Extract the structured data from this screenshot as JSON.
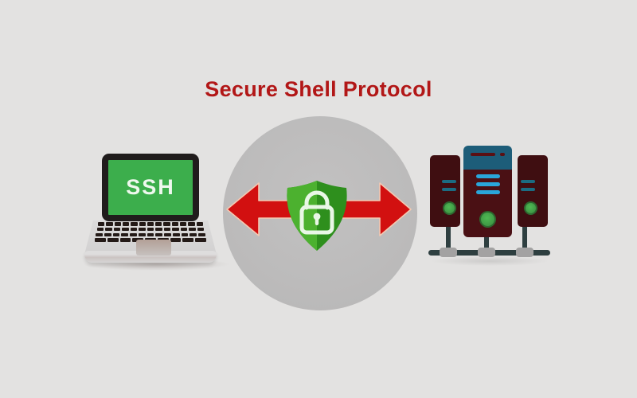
{
  "title": "Secure Shell Protocol",
  "diagram": {
    "description": "SSH client laptop connected to server cluster through encrypted tunnel",
    "client": {
      "screen_label": "SSH"
    },
    "tunnel": {
      "symbol": "double-headed-arrow-through-shield-lock"
    },
    "servers": {
      "count": 3
    }
  },
  "colors": {
    "background": "#e3e2e1",
    "title_red": "#b21717",
    "circle_gray": "#bcbbbb",
    "arrow_red": "#d21010",
    "arrow_outline": "#f4c9b2",
    "shield_green_light": "#4cb12f",
    "shield_green_dark": "#2e8f1d",
    "padlock_outline": "#e9f7e6",
    "laptop_screen_green": "#3cae4c",
    "laptop_bezel": "#201c1c",
    "server_maroon": "#4a1014",
    "server_cap_blue": "#1d5d79",
    "led_cyan": "#2aa6da",
    "led_teal": "#1b6c82",
    "power_green": "#43a047",
    "network_line": "#2e3f40",
    "network_node_gray": "#a3a2a2"
  }
}
